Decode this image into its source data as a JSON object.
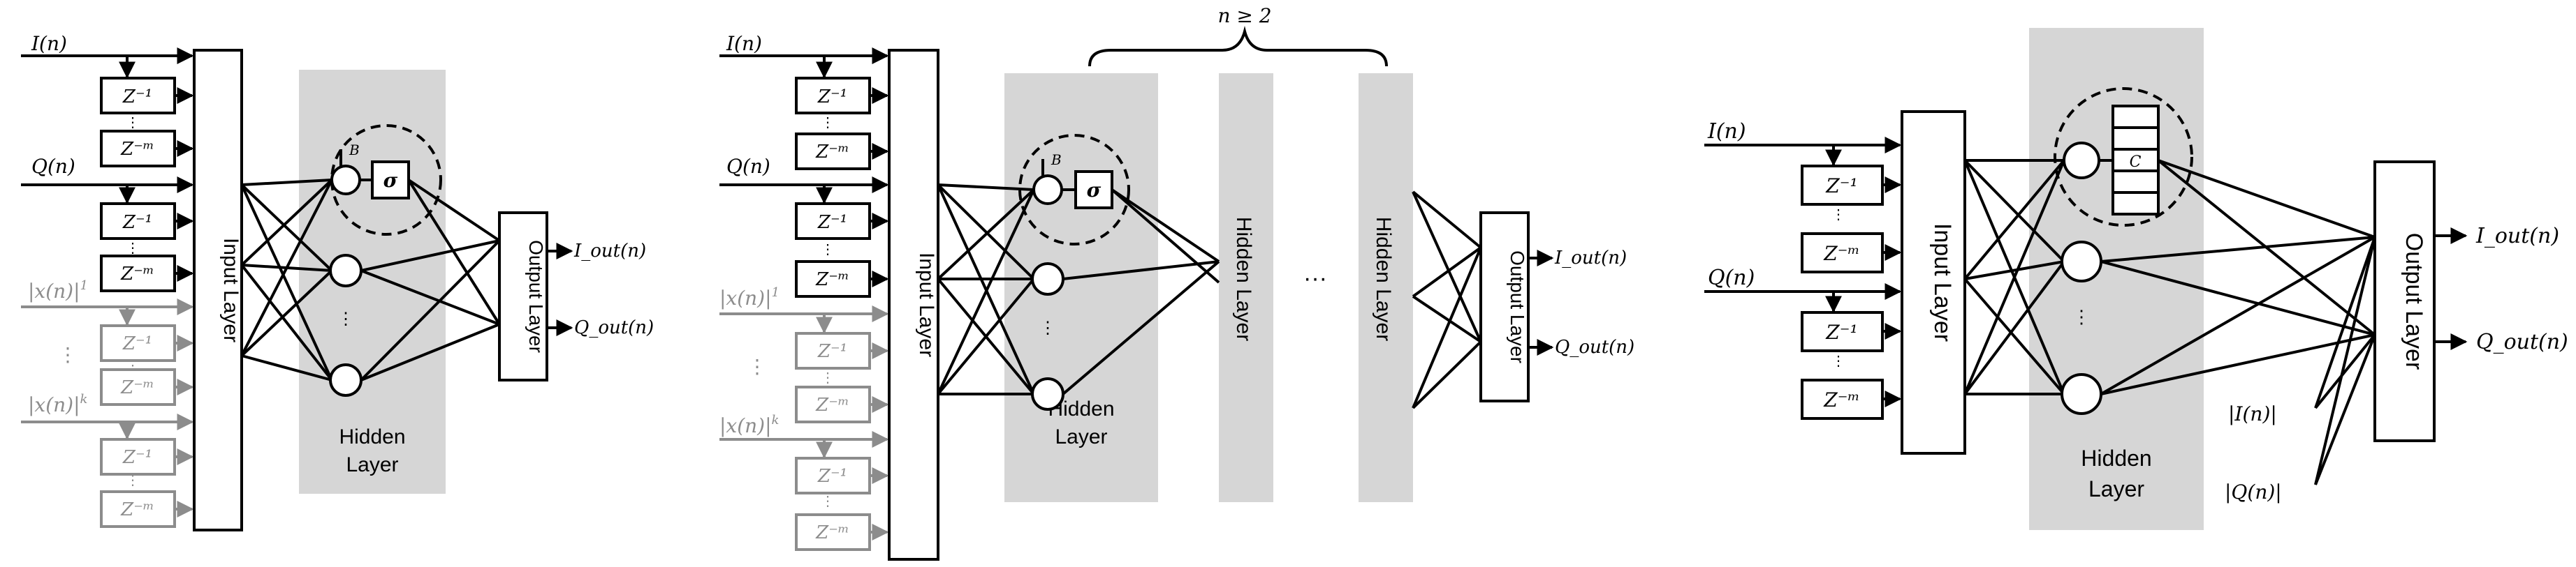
{
  "panels": [
    {
      "inputs": {
        "i": "I(n)",
        "q": "Q(n)",
        "x1": "|x(n)|",
        "x1_sup": "1",
        "xk": "|x(n)|",
        "xk_sup": "k",
        "dots": "⋮"
      },
      "delay_first": "Z⁻¹",
      "delay_last": "Z⁻ᵐ",
      "input_layer": "Input Layer",
      "hidden_label_1": "Hidden",
      "hidden_label_2": "Layer",
      "neuron_bias": "B",
      "activation": "σ",
      "output_layer": "Output Layer",
      "outputs": {
        "i": "I_out(n)",
        "q": "Q_out(n)"
      }
    },
    {
      "inputs": {
        "i": "I(n)",
        "q": "Q(n)",
        "x1": "|x(n)|",
        "x1_sup": "1",
        "xk": "|x(n)|",
        "xk_sup": "k",
        "dots": "⋮"
      },
      "delay_first": "Z⁻¹",
      "delay_last": "Z⁻ᵐ",
      "brace_label": "n ≥ 2",
      "input_layer": "Input Layer",
      "hidden_label_1": "Hidden",
      "hidden_label_2": "Layer",
      "hidden_layer_extra": "Hidden Layer",
      "ellipsis": "···",
      "neuron_bias": "B",
      "activation": "σ",
      "output_layer": "Output Layer",
      "outputs": {
        "i": "I_out(n)",
        "q": "Q_out(n)"
      }
    },
    {
      "inputs": {
        "i": "I(n)",
        "q": "Q(n)"
      },
      "delay_first": "Z⁻¹",
      "delay_last": "Z⁻ᵐ",
      "input_layer": "Input Layer",
      "hidden_label_1": "Hidden",
      "hidden_label_2": "Layer",
      "cell_label": "C",
      "output_layer": "Output Layer",
      "outputs": {
        "i": "I_out(n)",
        "q": "Q_out(n)"
      },
      "extra_inputs": {
        "abs_i": "|I(n)|",
        "abs_q": "|Q(n)|"
      }
    }
  ]
}
